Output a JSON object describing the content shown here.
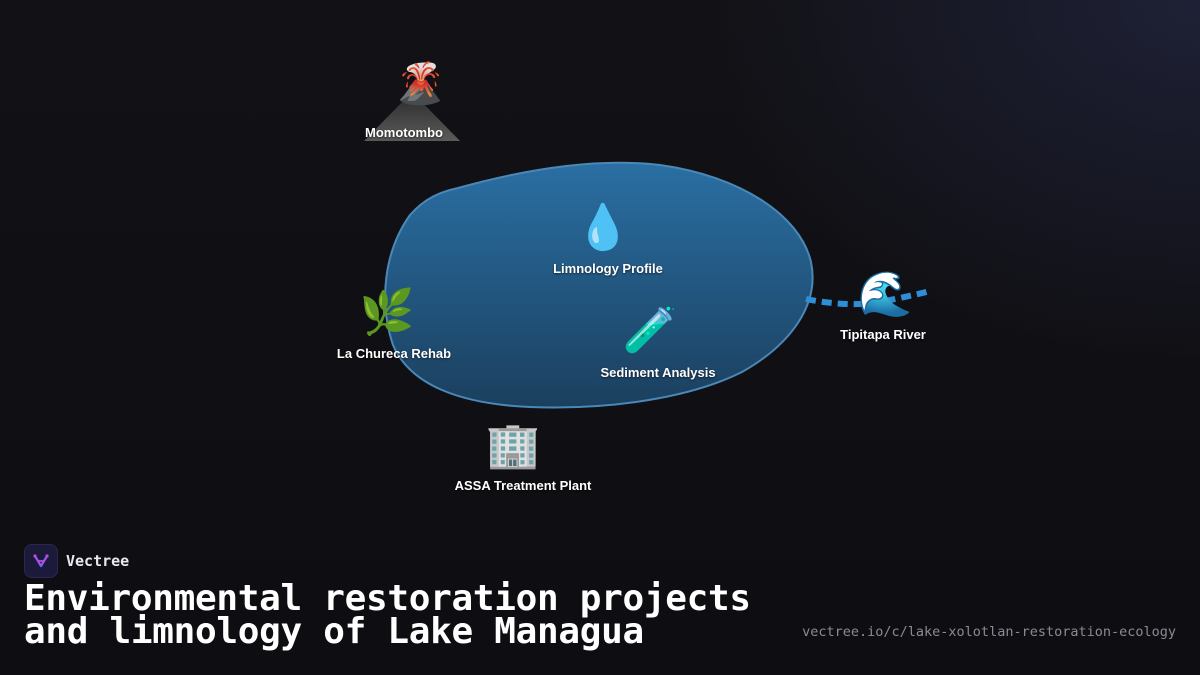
{
  "nodes": {
    "momotombo": {
      "label": "Momotombo",
      "icon": "volcano-icon",
      "emoji": "🌋"
    },
    "limnology": {
      "label": "Limnology Profile",
      "icon": "droplet-icon",
      "emoji": "💧"
    },
    "chureca": {
      "label": "La Chureca Rehab",
      "icon": "herb-icon",
      "emoji": "🌿"
    },
    "sediment": {
      "label": "Sediment Analysis",
      "icon": "test-tube-icon",
      "emoji": "🧪"
    },
    "tipitapa": {
      "label": "Tipitapa River",
      "icon": "wave-icon",
      "emoji": "🌊"
    },
    "assa": {
      "label": "ASSA Treatment Plant",
      "icon": "office-building-icon",
      "emoji": "🏢"
    }
  },
  "brand": {
    "name": "Vectree",
    "icon": "vectree-logo-icon"
  },
  "title": "Environmental restoration projects and limnology of Lake Managua",
  "url": "vectree.io/c/lake-xolotlan-restoration-ecology",
  "colors": {
    "background": "#0f0f13",
    "lake_top": "#2a6fa3",
    "lake_bottom": "#1b3f5e",
    "lake_border": "#4a88b8",
    "river": "#2e8fd8",
    "mountain": "#4a4a4a"
  }
}
